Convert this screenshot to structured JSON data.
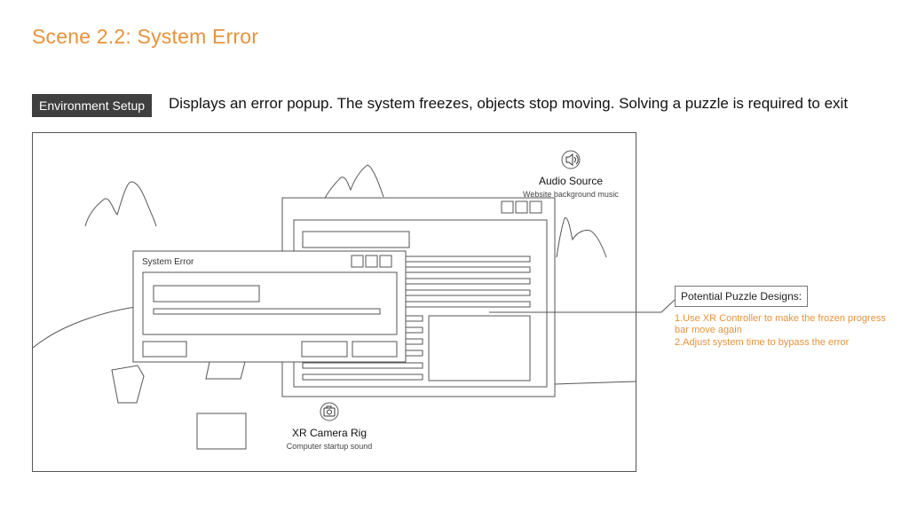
{
  "header": {
    "title": "Scene 2.2: System Error"
  },
  "environment": {
    "tag_label": "Environment Setup",
    "description": "Displays an error popup. The system freezes, objects stop moving. Solving a puzzle is required to exit"
  },
  "scene": {
    "error_window_title": "System Error",
    "audio_source": {
      "title": "Audio Source",
      "subtitle": "Website background music",
      "icon": "speaker-icon"
    },
    "camera_rig": {
      "title": "XR Camera Rig",
      "subtitle": "Computer startup sound",
      "icon": "camera-icon"
    }
  },
  "puzzle": {
    "heading": "Potential Puzzle Designs:",
    "items": [
      "1.Use XR Controller to make the frozen progress bar move again",
      "2.Adjust system time to bypass the error"
    ]
  },
  "colors": {
    "accent": "#e8923a",
    "tag_bg": "#3f3f3f",
    "line": "#555555"
  }
}
